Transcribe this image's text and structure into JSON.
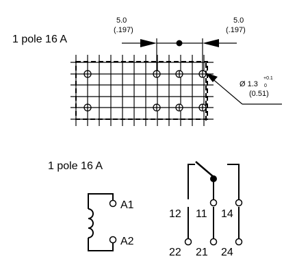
{
  "layout_title": "1 pole 16 A",
  "schematic_title": "1 pole 16 A",
  "dimensions": {
    "left_mm": "5.0",
    "left_in": "(.197)",
    "right_mm": "5.0",
    "right_in": "(.197)",
    "hole_prefix": "Ø 1.3",
    "hole_tol_plus": "+0.1",
    "hole_tol_minus": "0",
    "hole_in": "(0.51)"
  },
  "coil": {
    "a1": "A1",
    "a2": "A2"
  },
  "contacts": {
    "p12": "12",
    "p11": "11",
    "p14": "14",
    "p22": "22",
    "p21": "21",
    "p24": "24"
  }
}
